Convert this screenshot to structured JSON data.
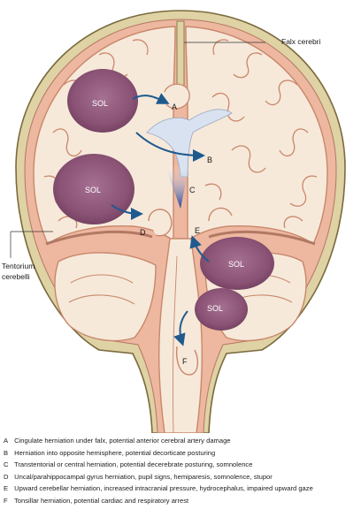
{
  "diagram": {
    "labels": {
      "falx": "Falx cerebri",
      "tentorium_1": "Tentorium",
      "tentorium_2": "cerebelli",
      "sol": "SOL",
      "a": "A",
      "b": "B",
      "c": "C",
      "d": "D",
      "e": "E",
      "f": "F"
    },
    "colors": {
      "skull": "#dfd2a4",
      "skull_outline": "#7a6a3d",
      "dura": "#edb7a0",
      "brain": "#f6e9da",
      "gyri": "#c9876a",
      "ventricle": "#d9e2f0",
      "lesion": "#8a5274",
      "arrow": "#1f5a8f",
      "gradient_dark": "#1c3f9a"
    }
  },
  "legend": {
    "items": [
      {
        "key": "A",
        "text": "Cingulate herniation under falx, potential anterior cerebral artery damage"
      },
      {
        "key": "B",
        "text": "Herniation into opposite hemisphere, potential decorticate posturing"
      },
      {
        "key": "C",
        "text": "Transtentorial or central herniation, potential decerebrate posturing, somnolence"
      },
      {
        "key": "D",
        "text": "Uncal/parahippocampal gyrus herniation, pupil signs, hemiparesis, somnolence, stupor"
      },
      {
        "key": "E",
        "text": "Upward cerebellar herniation, increased intracranial pressure, hydrocephalus, impaired upward gaze"
      },
      {
        "key": "F",
        "text": "Tonsillar herniation, potential cardiac and respiratory arrest"
      }
    ]
  }
}
